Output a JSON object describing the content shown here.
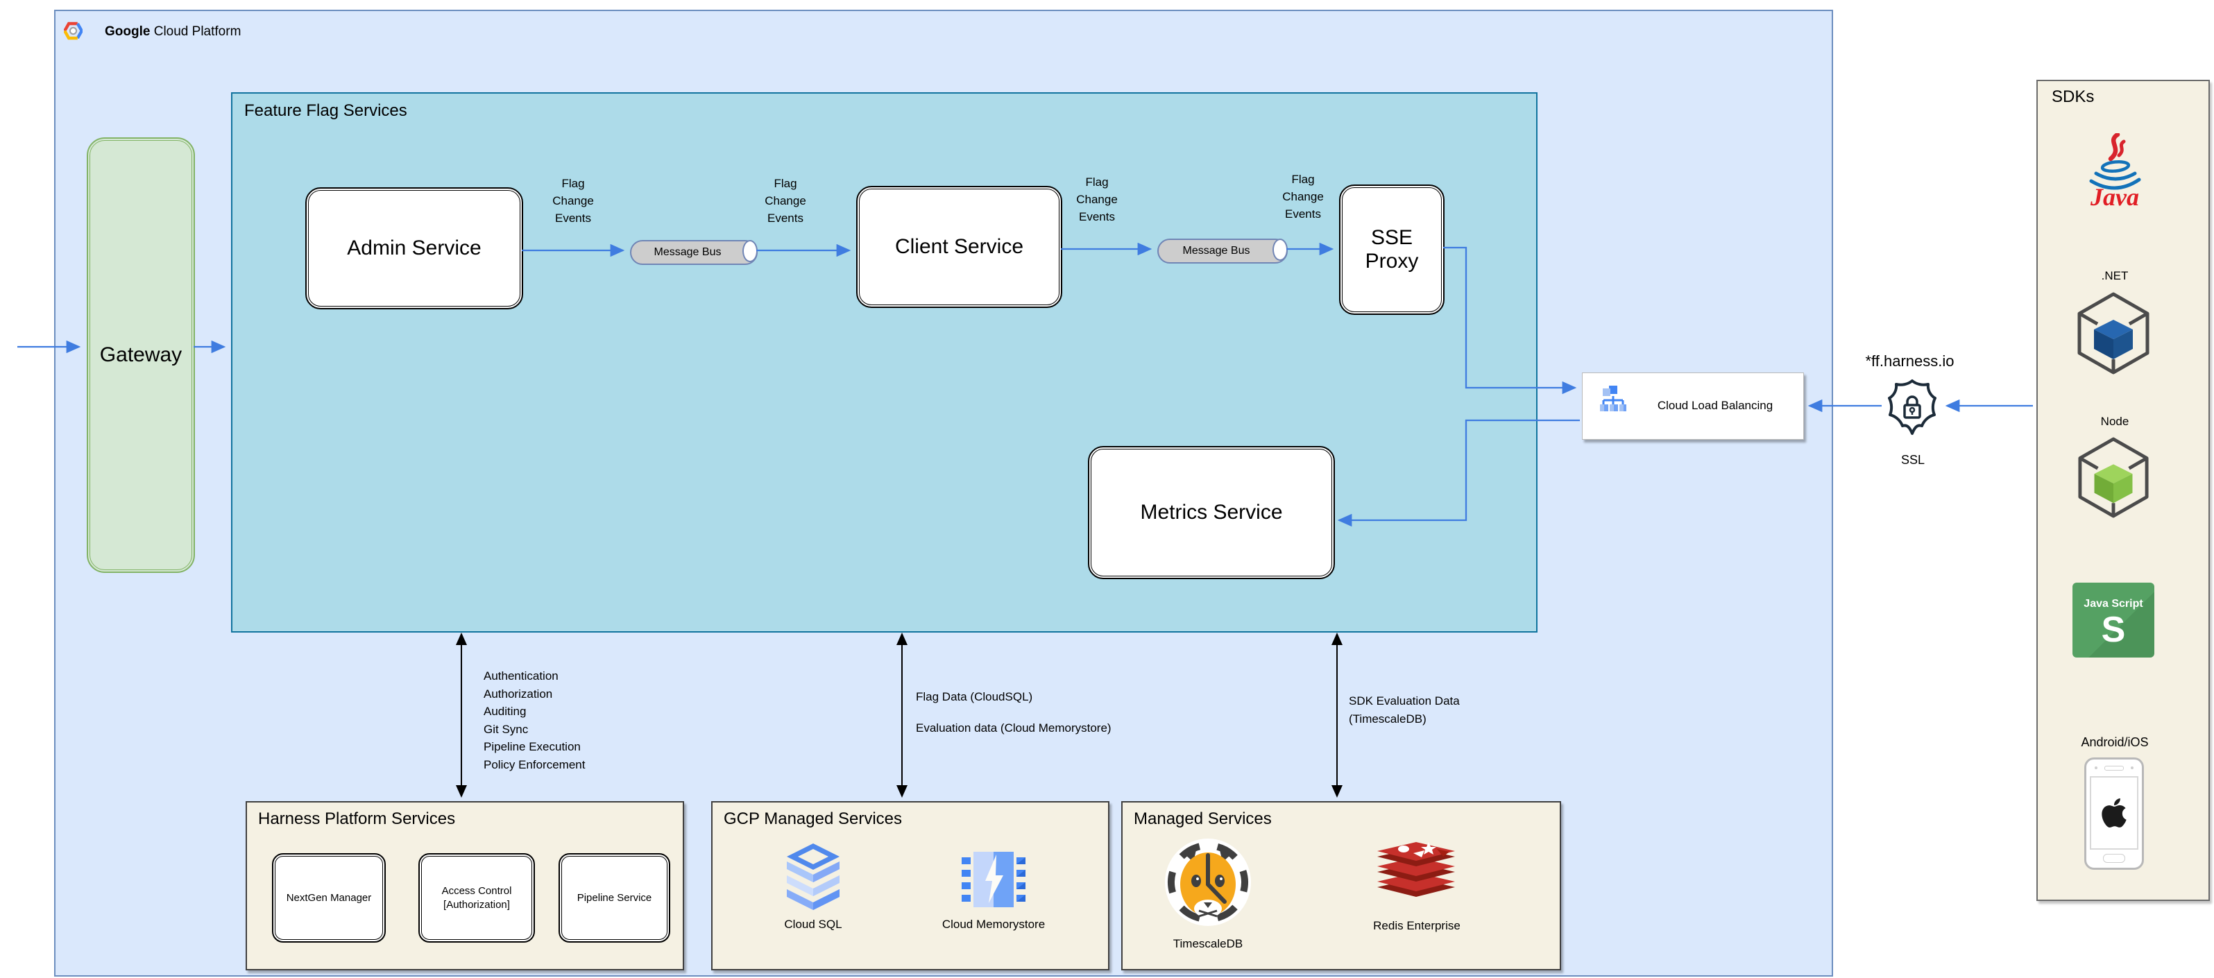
{
  "colors": {
    "gcp_fill": "#dae8fc",
    "gcp_border": "#6c8ebf",
    "ffs_fill": "#addbe9",
    "ffs_border": "#10739e",
    "gateway_fill": "#d5e8d4",
    "gateway_border": "#82b366",
    "panel_fill": "#f5f1e3",
    "arrow_blue": "#3f7ce0",
    "arrow_black": "#000000",
    "cylinder_fill": "#cdcdcd",
    "cylinder_border": "#7085b5",
    "google_blue": "#4285f4",
    "google_light_blue": "#a4c2f4",
    "java_red": "#e11e25",
    "java_blue": "#1272b9",
    "dotnet_blue": "#1e549b",
    "node_green": "#8cc84b",
    "js_green": "#55a163",
    "redis_red": "#c6302b",
    "tiger_orange": "#f6a81c"
  },
  "gcp": {
    "logo_bold": "Google",
    "logo_rest": "Cloud Platform"
  },
  "gateway": {
    "label": "Gateway"
  },
  "ffs": {
    "title": "Feature Flag Services",
    "admin": "Admin Service",
    "client": "Client Service",
    "sse": "SSE Proxy",
    "metrics": "Metrics Service",
    "message_bus": "Message Bus",
    "flag_change_events": "Flag Change Events"
  },
  "load_balancing": {
    "label": "Cloud Load Balancing"
  },
  "ssl": {
    "domain": "*ff.harness.io",
    "label": "SSL"
  },
  "sdks": {
    "title": "SDKs",
    "java_label": "Java",
    "dotnet_label": ".NET",
    "node_label": "Node",
    "js_title": "Java Script",
    "js_letter": "S",
    "mobile_label": "Android/iOS"
  },
  "annotations": {
    "platform": [
      "Authentication",
      "Authorization",
      "Auditing",
      "Git Sync",
      "Pipeline Execution",
      "Policy Enforcement"
    ],
    "flag_data": "Flag Data (CloudSQL)",
    "evaluation_data": "Evaluation data (Cloud Memorystore)",
    "sdk_evaluation": "SDK Evaluation Data (TimescaleDB)"
  },
  "harness": {
    "title": "Harness Platform Services",
    "nextgen": "NextGen Manager",
    "access_control": "Access Control [Authorization]",
    "pipeline": "Pipeline Service"
  },
  "gcp_managed": {
    "title": "GCP Managed Services",
    "cloud_sql": "Cloud SQL",
    "memorystore": "Cloud Memorystore"
  },
  "managed": {
    "title": "Managed Services",
    "timescaledb": "TimescaleDB",
    "redis": "Redis Enterprise"
  }
}
